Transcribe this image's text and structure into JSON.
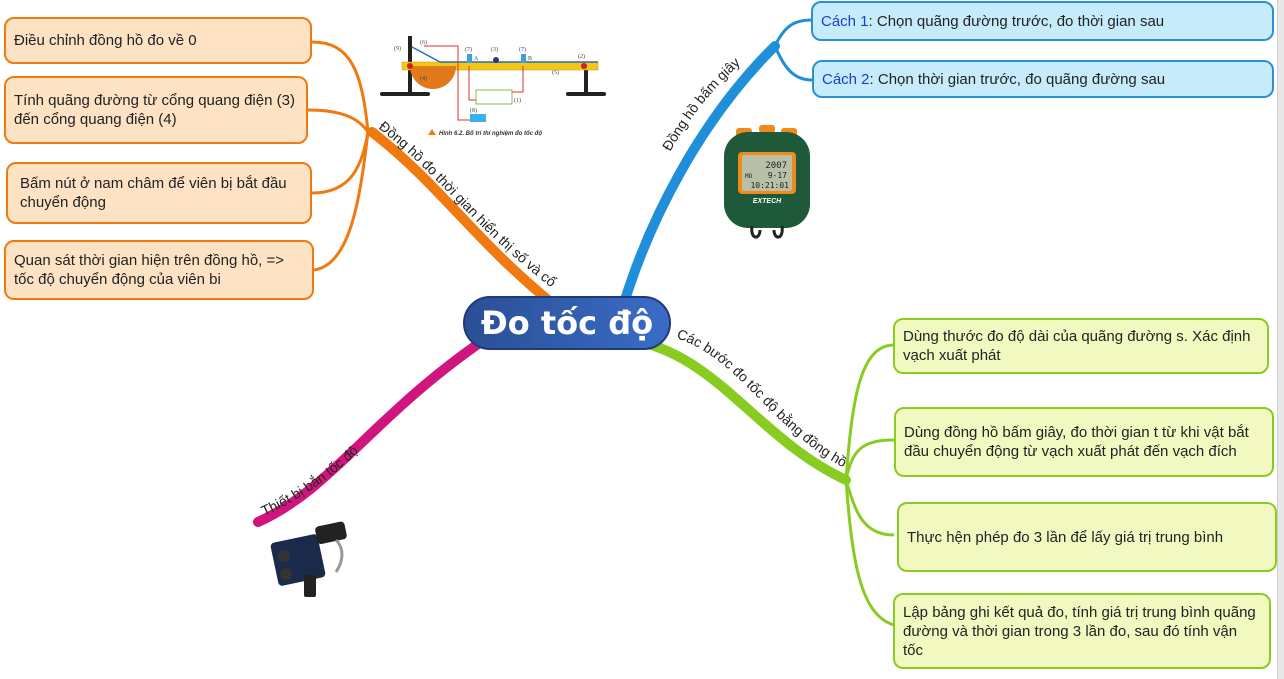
{
  "central_topic": "Đo tốc độ",
  "branches": {
    "stopwatch_clock": {
      "label": "Đồng hồ đo thời gian hiển thị số và cổng",
      "color": "#f07a10",
      "items": [
        "Điều chỉnh đồng hồ đo về 0",
        "Tính quãng đường từ cổng quang điện (3) đến cổng quang điện (4)",
        "Bấm nút ở nam châm để viên bị bắt đầu chuyển động",
        "Quan sát thời gian hiện trên đồng hồ, => tốc độ chuyển động của viên bi"
      ],
      "figure_caption": "Hình 6.2. Bố trí thí nghiệm đo tốc độ",
      "figure_labels": [
        "(9)",
        "(6)",
        "(7)",
        "A",
        "(3)",
        "(7)",
        "B",
        "(2)",
        "(4)",
        "(5)",
        "(1)",
        "(8)"
      ]
    },
    "stopwatch": {
      "label": "Đồng hồ bấm giây",
      "color": "#1e8fd8",
      "items": [
        {
          "prefix": "Cách 1",
          "text": ": Chọn quãng đường trước, đo thời gian sau"
        },
        {
          "prefix": "Cách 2",
          "text": ": Chọn thời gian trước, đo quãng đường sau"
        }
      ],
      "stopwatch_display": {
        "brand": "EXTECH",
        "line1": "2007",
        "line2": "9-17",
        "line3": "10:21:01",
        "mode": "MO"
      }
    },
    "steps": {
      "label": "Các bước đo tốc độ bằng đồng hồ bấm giây",
      "color": "#88cc22",
      "items": [
        "Dùng thước đo độ dài của quãng đường s. Xác định vạch xuất phát",
        "Dùng đồng hồ bấm giây, đo thời gian t từ khi vật bắt đầu chuyển động từ vạch xuất phát đến vạch đích",
        "Thực hện phép đo 3 lần để lấy giá trị trung bình",
        "Lập bảng ghi kết quả đo, tính giá trị trung bình quãng đường và thời gian trong 3 lần đo, sau đó tính vận tốc"
      ]
    },
    "speed_gun": {
      "label": "Thiết bị bắn tốc độ",
      "color": "#d0157f"
    }
  }
}
